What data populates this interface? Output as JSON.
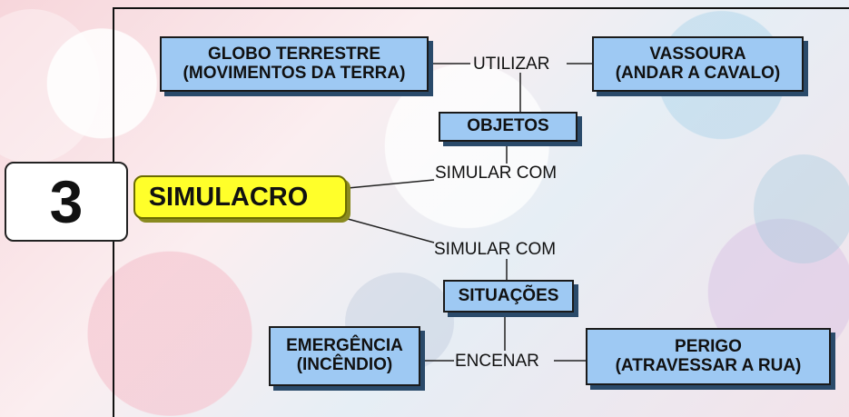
{
  "card_number": "3",
  "central_topic": "SIMULACRO",
  "link_labels": {
    "use": "UTILIZAR",
    "simulate_top": "SIMULAR COM",
    "simulate_bottom": "SIMULAR COM",
    "enact": "ENCENAR"
  },
  "nodes": {
    "globe": [
      "GLOBO TERRESTRE",
      "(MOVIMENTOS DA TERRA)"
    ],
    "broom": [
      "VASSOURA",
      "(ANDAR A CAVALO)"
    ],
    "objects": "OBJETOS",
    "situations": "SITUAÇÕES",
    "emergency": [
      "EMERGÊNCIA",
      "(INCÊNDIO)"
    ],
    "danger": [
      "PERIGO",
      "(ATRAVESSAR A RUA)"
    ]
  },
  "colors": {
    "node_fill": "#9ec9f3",
    "central_fill": "#ffff2a",
    "line": "#222222"
  }
}
